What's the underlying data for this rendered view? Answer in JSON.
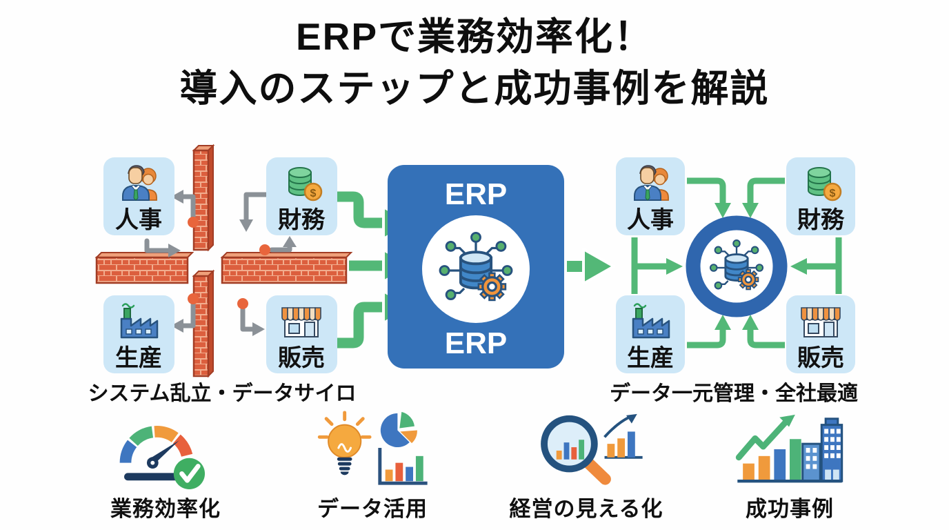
{
  "title": {
    "line1": "ERPで業務効率化！",
    "line2": "導入のステップと成功事例を解説"
  },
  "diagram": {
    "left": {
      "caption": "システム乱立・データサイロ",
      "modules": [
        {
          "label": "人事",
          "icon": "hr-people-icon"
        },
        {
          "label": "財務",
          "icon": "finance-coins-icon"
        },
        {
          "label": "生産",
          "icon": "production-factory-icon"
        },
        {
          "label": "販売",
          "icon": "sales-storefront-icon"
        }
      ],
      "barrier_icon": "brick-wall-icon",
      "broken_link_icon": "broken-connector-arrow-icon"
    },
    "center": {
      "label_top": "ERP",
      "label_bottom": "ERP",
      "icon": "database-network-gear-icon"
    },
    "right": {
      "caption": "データ一元管理・全社最適",
      "modules": [
        {
          "label": "人事",
          "icon": "hr-people-icon"
        },
        {
          "label": "財務",
          "icon": "finance-coins-icon"
        },
        {
          "label": "生産",
          "icon": "production-factory-icon"
        },
        {
          "label": "販売",
          "icon": "sales-storefront-icon"
        }
      ],
      "hub_icon": "database-network-gear-icon"
    },
    "dollar_sign": "$"
  },
  "benefits": [
    {
      "label": "業務効率化",
      "icon": "speedometer-check-icon"
    },
    {
      "label": "データ活用",
      "icon": "lightbulb-charts-icon"
    },
    {
      "label": "経営の見える化",
      "icon": "magnifier-bar-chart-icon"
    },
    {
      "label": "成功事例",
      "icon": "growth-buildings-icon"
    }
  ],
  "colors": {
    "erp_box_blue": "#3471b8",
    "hub_ring_blue": "#2f66ae",
    "module_box_blue": "#cde7f7",
    "arrow_green": "#53b877",
    "broken_gray": "#8b9197",
    "broken_dot_orange": "#e8653c",
    "brick_red": "#dc5f3e",
    "icon_navy": "#24527f",
    "icon_orange": "#f09a3c",
    "text_black": "#111111"
  }
}
